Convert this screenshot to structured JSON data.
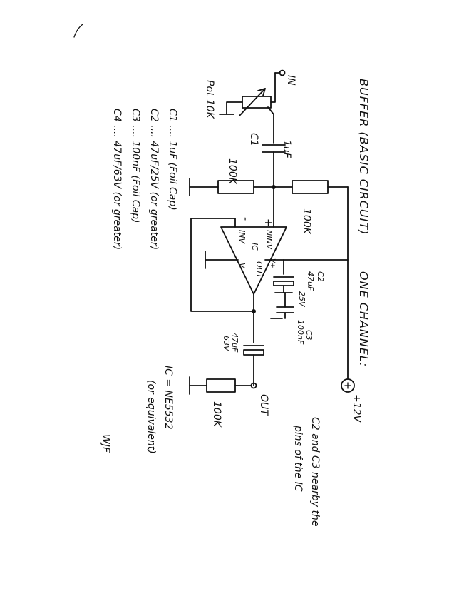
{
  "title": {
    "heading": "BUFFER (BASIC CIRCUIT)",
    "subheading": "ONE CHANNEL:"
  },
  "labels": {
    "input": "IN",
    "output": "OUT",
    "supply": "+12V",
    "pot": "Pot 10K",
    "c1_name": "C1",
    "c1_value": "1uF",
    "r_ground_in": "100K",
    "r_supply_in": "100K",
    "r_out": "100K",
    "ic_name": "IC",
    "pin_ninv": "NINV",
    "pin_inv": "INV",
    "pin_out": "OUT",
    "pin_vplus": "V+",
    "pin_vminus": "V-",
    "plus_sign": "+",
    "minus_sign": "-",
    "c2_name": "C2",
    "c2_value_1": "47uF",
    "c2_value_2": "25V",
    "c3_name": "C3",
    "c3_value": "100nF",
    "c4_value_1": "47uF",
    "c4_value_2": "63V"
  },
  "notes": [
    "C1 .... 1uF (Foil Cap)",
    "C2 .... 47uF/25V (or greater)",
    "C3 .... 100nF (Foil Cap)",
    "C4 .... 47uF/63V (or greater)"
  ],
  "ic_note": {
    "line1": "IC = NE5532",
    "line2": "(or equivalent)"
  },
  "placement_note": {
    "line1": "C2 and C3 nearby the",
    "line2": "pins of the IC"
  },
  "signature": "WJF"
}
